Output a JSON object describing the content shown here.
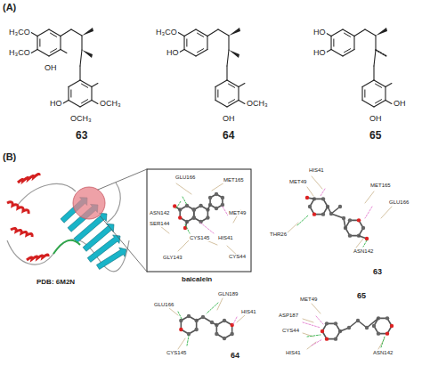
{
  "diagram": {
    "labels": [
      "(A)",
      "H₃CO",
      "H₃CO",
      "OH",
      "HO",
      "OCH₃",
      "OCH₃",
      "63",
      "H₃CO",
      "HO",
      "OH",
      "OCH₃",
      "64",
      "HO",
      "HO",
      "OH",
      "OH",
      "65",
      "(B)",
      "PDB: 6M2N",
      "GLU166",
      "MET165",
      "MET49",
      "ASN142",
      "SER144",
      "GLY143",
      "CYS145",
      "HIS41",
      "CYS44",
      "baicalein",
      "HIS41",
      "MET49",
      "MET165",
      "GLU166",
      "THR26",
      "ASN142",
      "63",
      "GLN189",
      "GLU166",
      "HIS41",
      "CYS145",
      "64",
      "MET49",
      "ASP187",
      "CYS44",
      "HIS41",
      "ASN142",
      "65"
    ]
  }
}
